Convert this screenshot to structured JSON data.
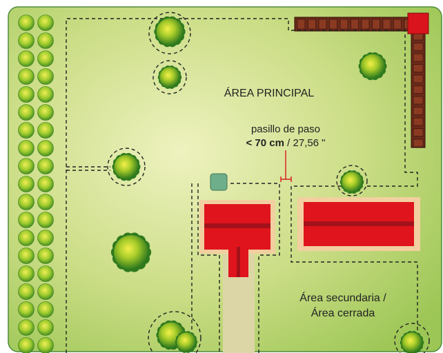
{
  "labels": {
    "main_area": "ÁREA PRINCIPAL",
    "corridor_line1": "pasillo de paso",
    "corridor_prefix": "< ",
    "corridor_cm": "70 cm",
    "corridor_inch": " / 27,56 \"",
    "secondary_line1": "Área secundaria /",
    "secondary_line2": "Área cerrada"
  },
  "colors": {
    "lawn_light": "#e2e9a6",
    "lawn_mid": "#b9d26c",
    "lawn_dark": "#8fbf45",
    "border": "#4e8a3a",
    "building": "#e0141c",
    "building_ridge": "#a3121a",
    "building_base": "#f2cfa0",
    "path": "#dcd6a6",
    "fence": "#6b2a1a",
    "gate": "#6fae8a",
    "dashed": "#222222",
    "marker": "#d9141c"
  },
  "icons": {
    "tree": "tree-icon",
    "hedge": "hedge-shrub-icon",
    "gate": "gate-icon"
  }
}
